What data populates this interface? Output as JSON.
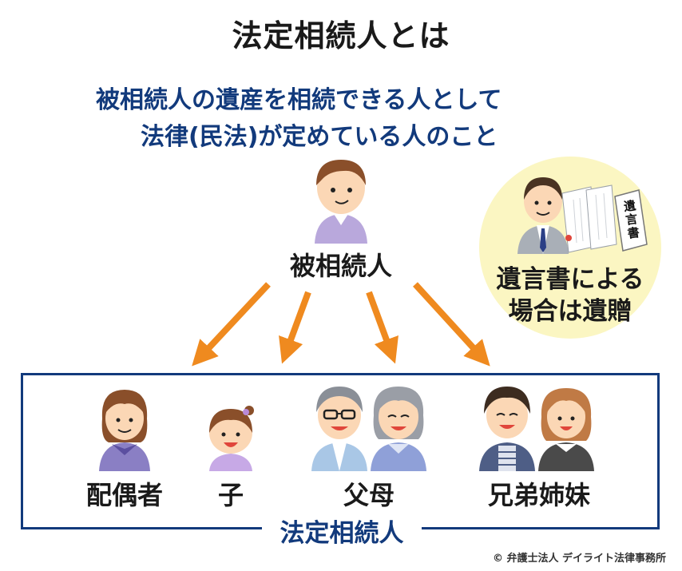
{
  "title": "法定相続人とは",
  "subtitle": {
    "line1": "被相続人の遺産を相続できる人として",
    "line2": "法律(民法)が定めている人のこと"
  },
  "decedent": {
    "label": "被相続人"
  },
  "will_note": {
    "line1": "遺言書による",
    "line2": "場合は遺贈",
    "document_text": "遺言書"
  },
  "heirs": [
    {
      "label": "配偶者"
    },
    {
      "label": "子"
    },
    {
      "label": "父母"
    },
    {
      "label": "兄弟姉妹"
    }
  ],
  "frame_label": "法定相続人",
  "copyright": "© 弁護士法人 デイライト法律事務所",
  "colors": {
    "navy": "#123a7c",
    "arrow": "#ef8a1f",
    "will_circle": "#fbf6c2",
    "skin": "#fbd7b5"
  }
}
